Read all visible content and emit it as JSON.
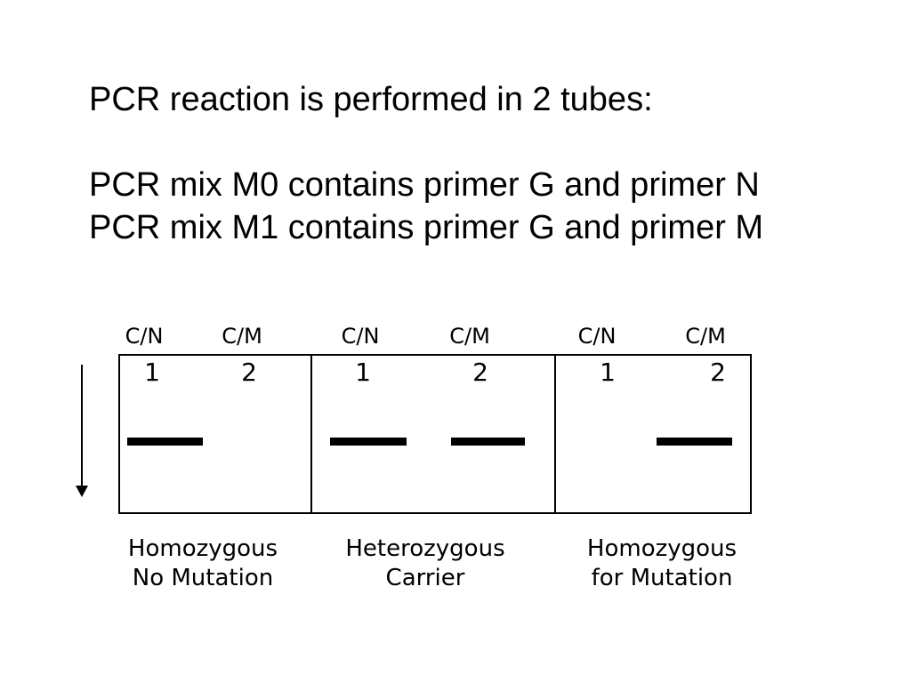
{
  "slide": {
    "title_lines": [
      "PCR reaction is performed in 2 tubes:",
      "",
      "PCR mix M0 contains primer G and primer N",
      "PCR mix M1 contains primer G and primer M"
    ]
  },
  "gel": {
    "panels": [
      {
        "lanes": [
          {
            "header": "C/N",
            "number": "1",
            "band": true
          },
          {
            "header": "C/M",
            "number": "2",
            "band": false
          }
        ],
        "caption_line1": "Homozygous",
        "caption_line2": "No Mutation"
      },
      {
        "lanes": [
          {
            "header": "C/N",
            "number": "1",
            "band": true
          },
          {
            "header": "C/M",
            "number": "2",
            "band": true
          }
        ],
        "caption_line1": "Heterozygous",
        "caption_line2": "Carrier"
      },
      {
        "lanes": [
          {
            "header": "C/N",
            "number": "1",
            "band": false
          },
          {
            "header": "C/M",
            "number": "2",
            "band": true
          }
        ],
        "caption_line1": "Homozygous",
        "caption_line2": "for Mutation"
      }
    ]
  },
  "colors": {
    "background": "#ffffff",
    "ink": "#000000",
    "band": "#000000"
  }
}
